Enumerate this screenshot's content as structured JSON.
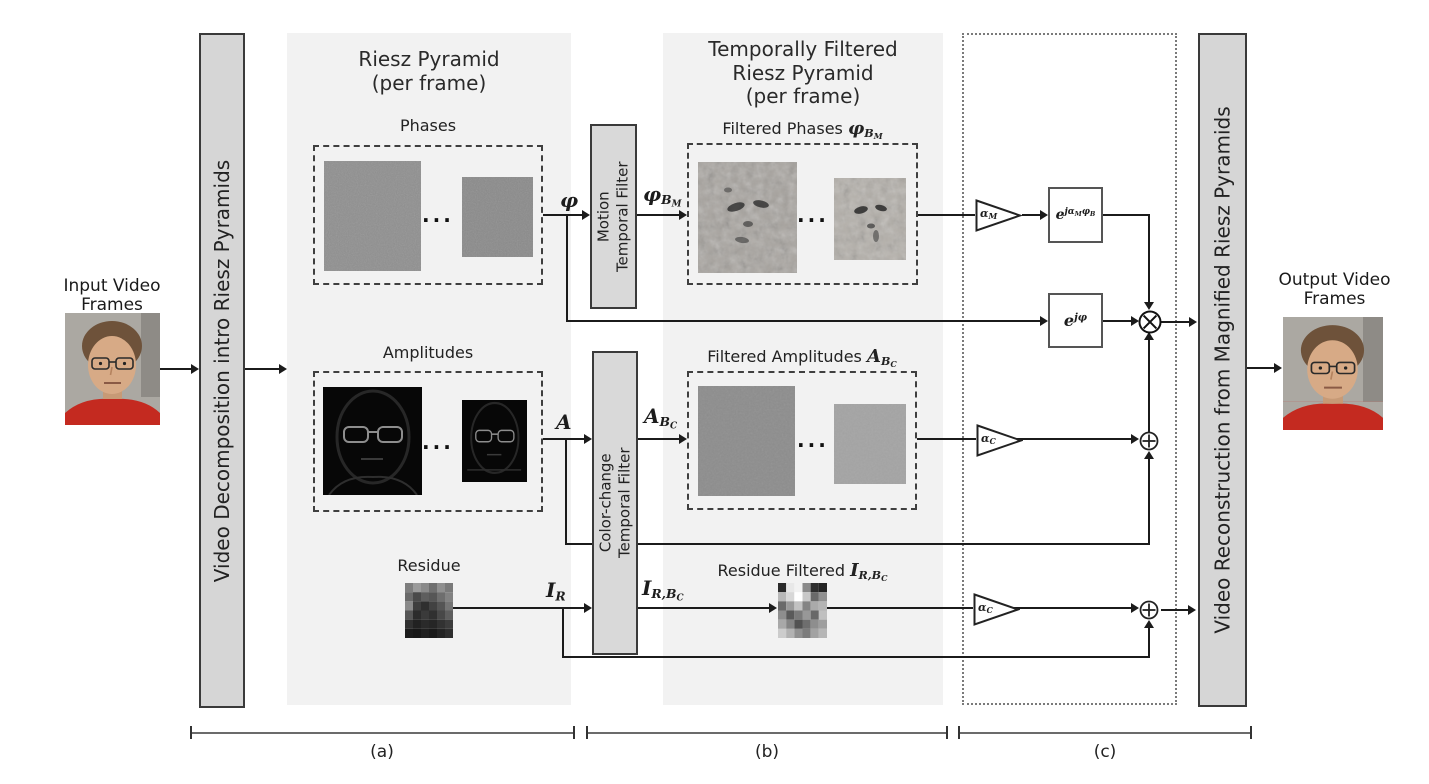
{
  "bars": {
    "left": "Video Decomposition intro Riesz Pyramids",
    "right": "Video Reconstruction from Magnified Riesz Pyramids"
  },
  "titles": {
    "riesz_pyramid": [
      "Riesz Pyramid",
      "(per frame)"
    ],
    "temporally_filtered": [
      "Temporally Filtered",
      "Riesz Pyramid",
      "(per frame)"
    ]
  },
  "io": {
    "input_label": [
      "Input Video",
      "Frames"
    ],
    "output_label": [
      "Output Video",
      "Frames"
    ]
  },
  "filters": {
    "motion": [
      "Motion",
      "Temporal Filter"
    ],
    "color_change": [
      "Color-change",
      "Temporal Filter"
    ]
  },
  "groups": {
    "phases": "Phases",
    "amplitudes": "Amplitudes",
    "residue": "Residue",
    "filtered_phases_prefix": "Filtered Phases ",
    "filtered_amplitudes_prefix": "Filtered Amplitudes ",
    "residue_filtered_prefix": "Residue Filtered "
  },
  "math": {
    "phi": "φ",
    "A": "A",
    "I": "I",
    "e": "e",
    "alpha": "α",
    "B": "B",
    "M": "M",
    "C": "C",
    "R": "R",
    "RB": "R,B",
    "j_alpha": "jα",
    "j_phi": "jφ"
  },
  "section_labels": {
    "a": "(a)",
    "b": "(b)",
    "c": "(c)"
  },
  "misc": {
    "ellipsis": "..."
  },
  "colors": {
    "panel": "#f2f2f2",
    "bar_fill": "#d6d6d6",
    "bar_border": "#3a3a3a",
    "line": "#1b1b1b",
    "shirt_red": "#c42a20"
  }
}
